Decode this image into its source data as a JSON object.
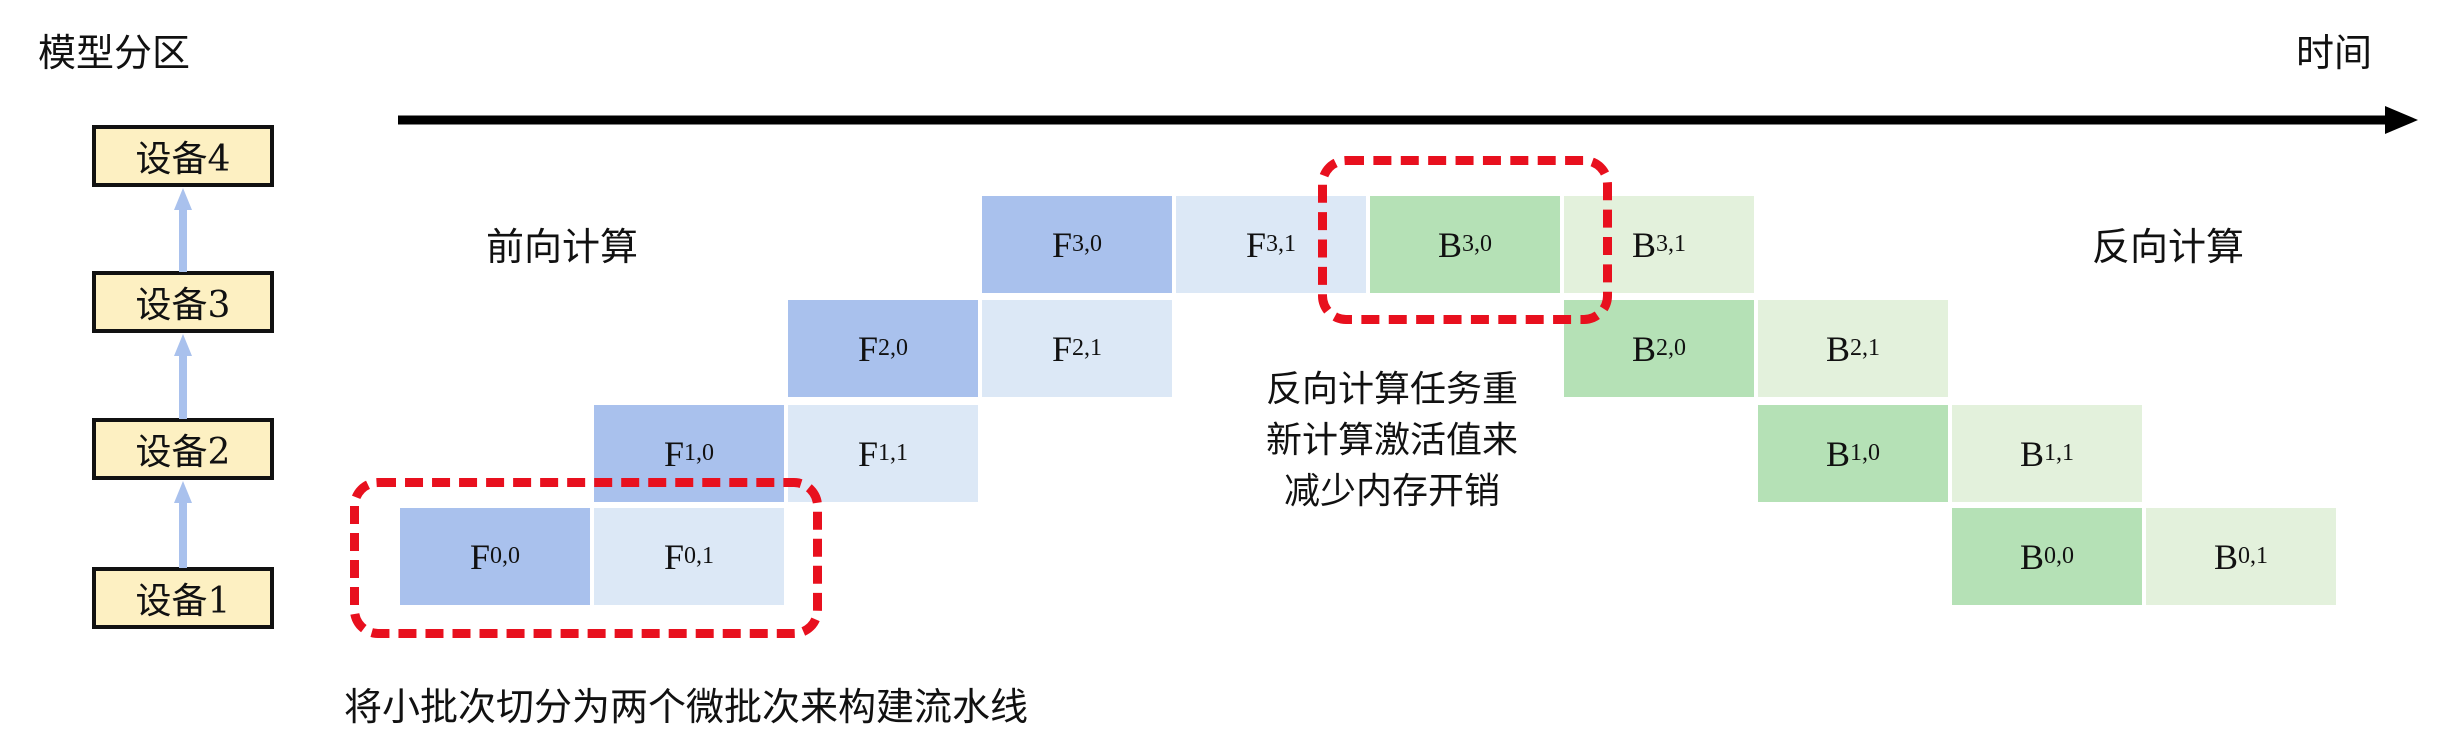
{
  "axes": {
    "left_title": "模型分区",
    "right_title": "时间"
  },
  "devices": [
    {
      "label": "设备4"
    },
    {
      "label": "设备3"
    },
    {
      "label": "设备2"
    },
    {
      "label": "设备1"
    }
  ],
  "labels": {
    "forward": "前向计算",
    "backward": "反向计算"
  },
  "cells": [
    {
      "letter": "F",
      "sub": "0,0"
    },
    {
      "letter": "F",
      "sub": "0,1"
    },
    {
      "letter": "F",
      "sub": "1,0"
    },
    {
      "letter": "F",
      "sub": "1,1"
    },
    {
      "letter": "F",
      "sub": "2,0"
    },
    {
      "letter": "F",
      "sub": "2,1"
    },
    {
      "letter": "F",
      "sub": "3,0"
    },
    {
      "letter": "F",
      "sub": "3,1"
    },
    {
      "letter": "B",
      "sub": "3,0"
    },
    {
      "letter": "B",
      "sub": "3,1"
    },
    {
      "letter": "B",
      "sub": "2,0"
    },
    {
      "letter": "B",
      "sub": "2,1"
    },
    {
      "letter": "B",
      "sub": "1,0"
    },
    {
      "letter": "B",
      "sub": "1,1"
    },
    {
      "letter": "B",
      "sub": "0,0"
    },
    {
      "letter": "B",
      "sub": "0,1"
    }
  ],
  "notes": {
    "recompute": [
      "反向计算任务重",
      "新计算激活值来",
      "减少内存开销"
    ],
    "microbatch": "将小批次切分为两个微批次来构建流水线"
  },
  "colors": {
    "forward_first": "#a9c1ed",
    "forward_second": "#dce8f6",
    "backward_first": "#b5e1b6",
    "backward_second": "#e3f1dc",
    "device_fill": "#fdf0c2",
    "arrow_up": "#a9c1ed",
    "highlight": "#e8101e"
  }
}
